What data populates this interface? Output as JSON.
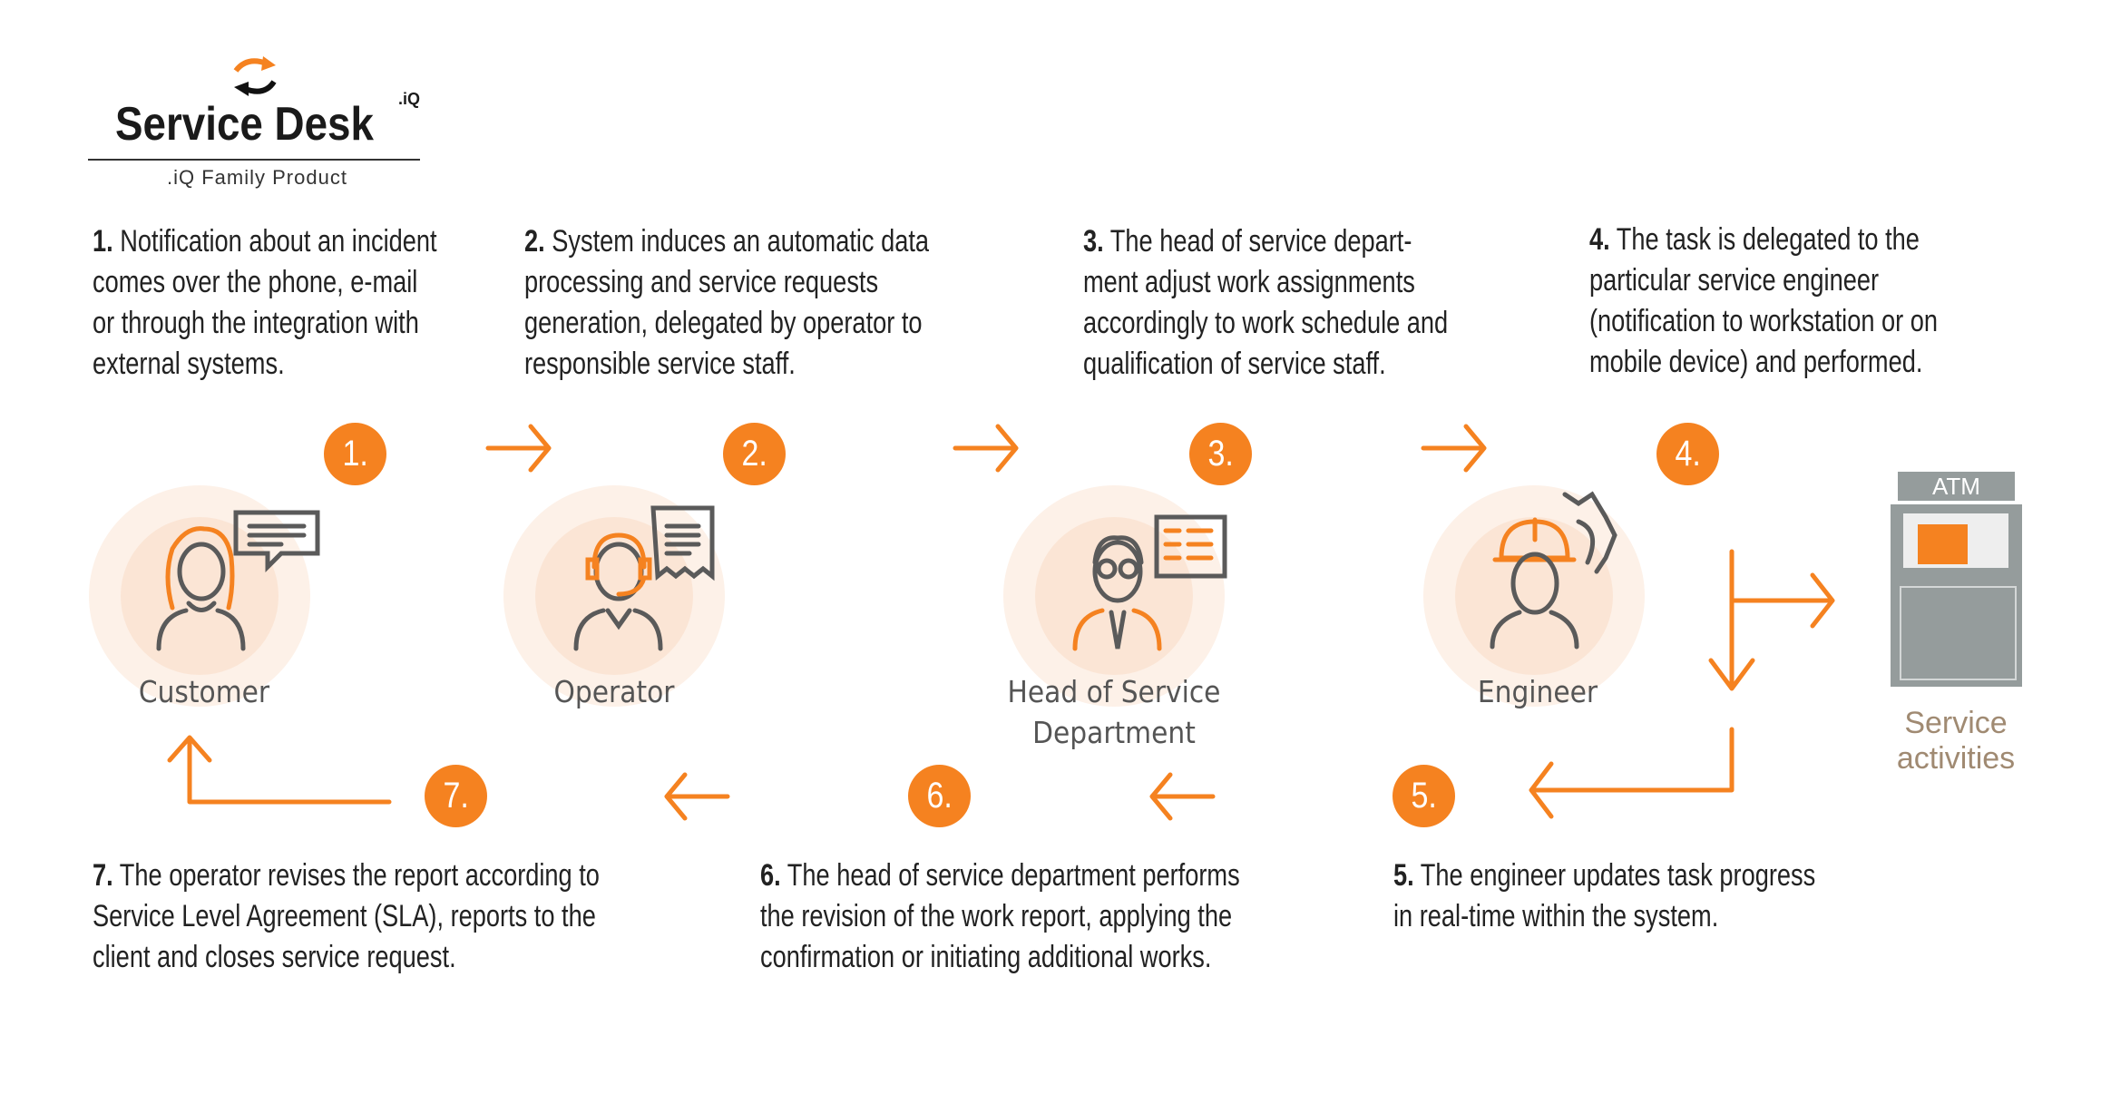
{
  "logo": {
    "title": "Service Desk",
    "superscript": ".iQ",
    "subtitle": ".iQ Family Product"
  },
  "steps": [
    {
      "num": "1.",
      "lines": [
        "Notification about an incident",
        "comes over the phone, e-mail",
        "or through the integration with",
        "external systems."
      ]
    },
    {
      "num": "2.",
      "lines": [
        "System induces an automatic data",
        "processing and service requests",
        "generation, delegated by operator to",
        "responsible service staff."
      ]
    },
    {
      "num": "3.",
      "lines": [
        "The head of service depart-",
        "ment adjust work assignments",
        "accordingly to work schedule and",
        "qualification of service staff."
      ]
    },
    {
      "num": "4.",
      "lines": [
        "The task is delegated to the",
        "particular service engineer",
        "(notification to workstation or on",
        "mobile device) and performed."
      ]
    },
    {
      "num": "5.",
      "lines": [
        "The engineer updates task progress",
        "in real-time within the system."
      ]
    },
    {
      "num": "6.",
      "lines": [
        "The head of service department performs",
        "the revision of the work report, applying the",
        "confirmation or initiating additional works."
      ]
    },
    {
      "num": "7.",
      "lines": [
        "The operator revises the report according to",
        "Service Level Agreement (SLA), reports to the",
        "client and closes service request."
      ]
    }
  ],
  "roles": {
    "customer": "Customer",
    "operator": "Operator",
    "head_line1": "Head of Service",
    "head_line2": "Department",
    "engineer": "Engineer"
  },
  "atm": {
    "label": "ATM",
    "caption_line1": "Service",
    "caption_line2": "activities"
  },
  "colors": {
    "accent": "#f58220",
    "halo": "#fdf1e8",
    "icon_gray": "#5a5a5a",
    "atm_gray": "#959c9c",
    "caption": "#a08a72"
  }
}
